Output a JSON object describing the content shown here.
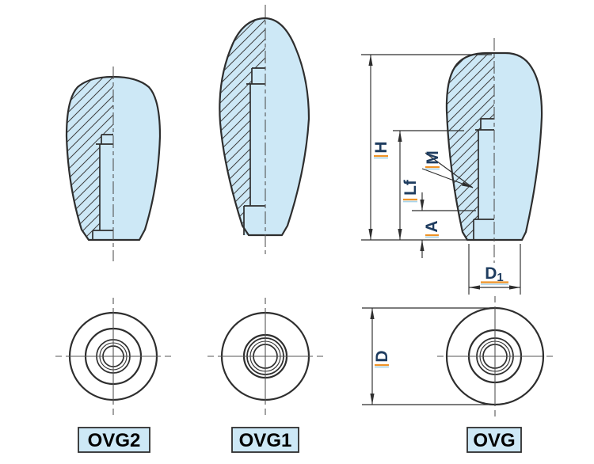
{
  "dims": {
    "h": "H",
    "m": "M",
    "lf": "Lf",
    "a": "A",
    "d1_base": "D",
    "d1_sub": "1",
    "d": "D"
  },
  "parts": {
    "ovg2": "OVG2",
    "ovg1": "OVG1",
    "ovg": "OVG"
  },
  "colors": {
    "body_fill": "#cde8f6",
    "label_bg": "#cde8f6",
    "line": "#2e2e2e",
    "dim_text": "#1e3c5f",
    "underline_orange": "#ef9327",
    "underline_blue": "#a8d4ea"
  }
}
